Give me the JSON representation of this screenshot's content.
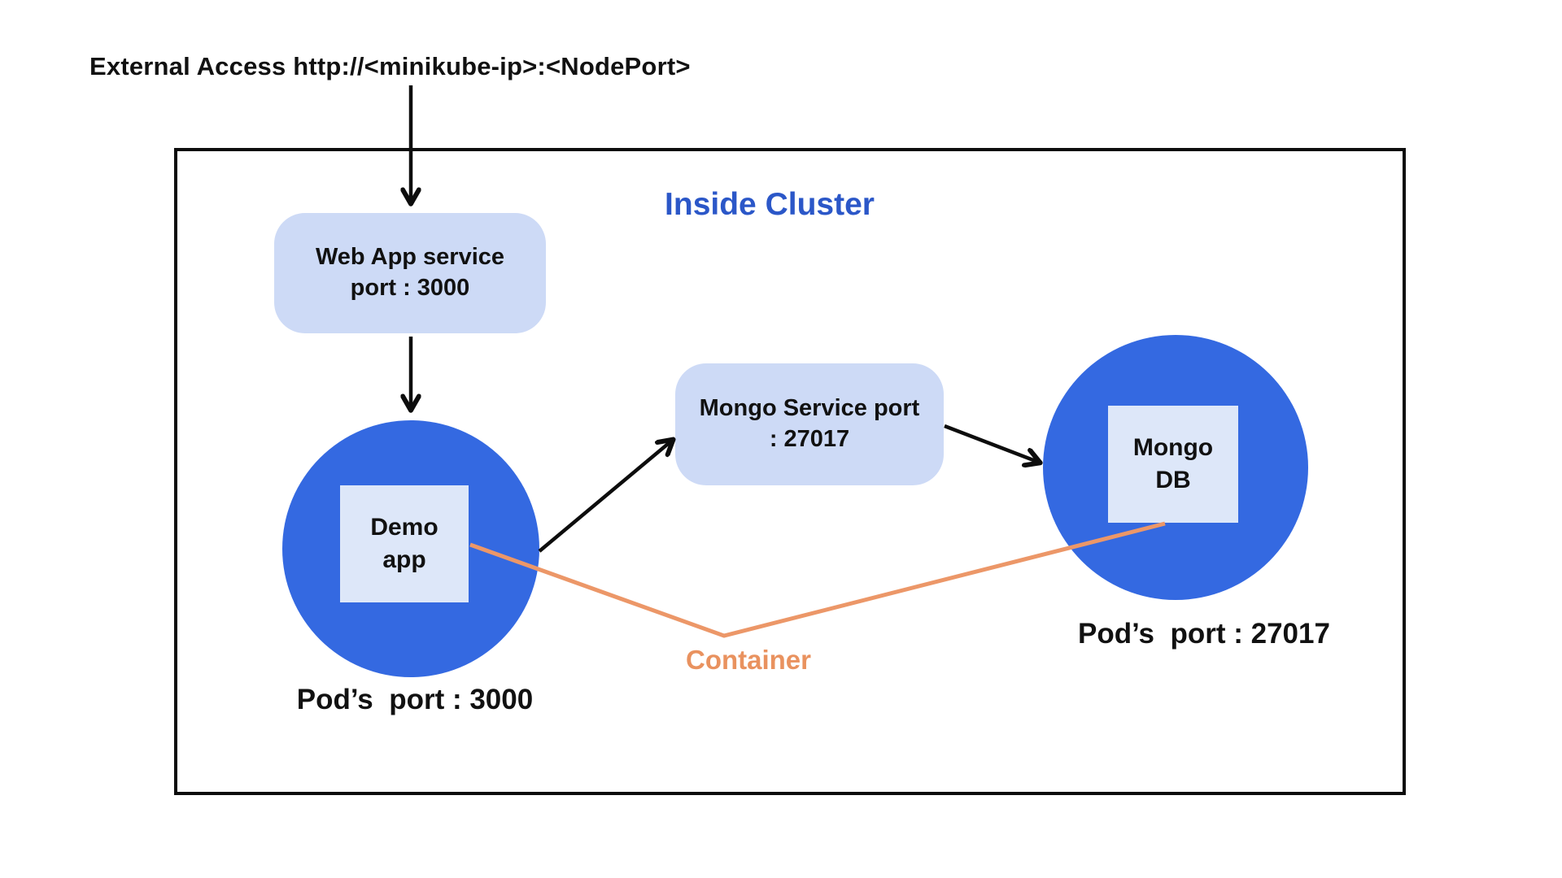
{
  "external_access": {
    "label": "External Access http://<minikube-ip>:<NodePort>"
  },
  "cluster": {
    "title": "Inside Cluster"
  },
  "nodes": {
    "web_app_service": {
      "line1": "Web App service",
      "line2": "port : 3000"
    },
    "mongo_service": {
      "line1": "Mongo Service port",
      "line2": ": 27017"
    },
    "demo_app": {
      "line1": "Demo",
      "line2": "app"
    },
    "mongo_db": {
      "line1": "Mongo",
      "line2": "DB"
    }
  },
  "labels": {
    "demo_pod_port": "Pod’s  port : 3000",
    "mongo_pod_port": "Pod’s  port : 27017",
    "container": "Container"
  },
  "colors": {
    "pod_circle_fill": "#3469e1",
    "service_box_fill": "#cddaf6",
    "container_box_fill": "#dde7f9",
    "cluster_title_text": "#2b57c8",
    "container_accent": "#e9925f",
    "arrow_stroke": "#0d0d0d",
    "background": "#ffffff"
  }
}
